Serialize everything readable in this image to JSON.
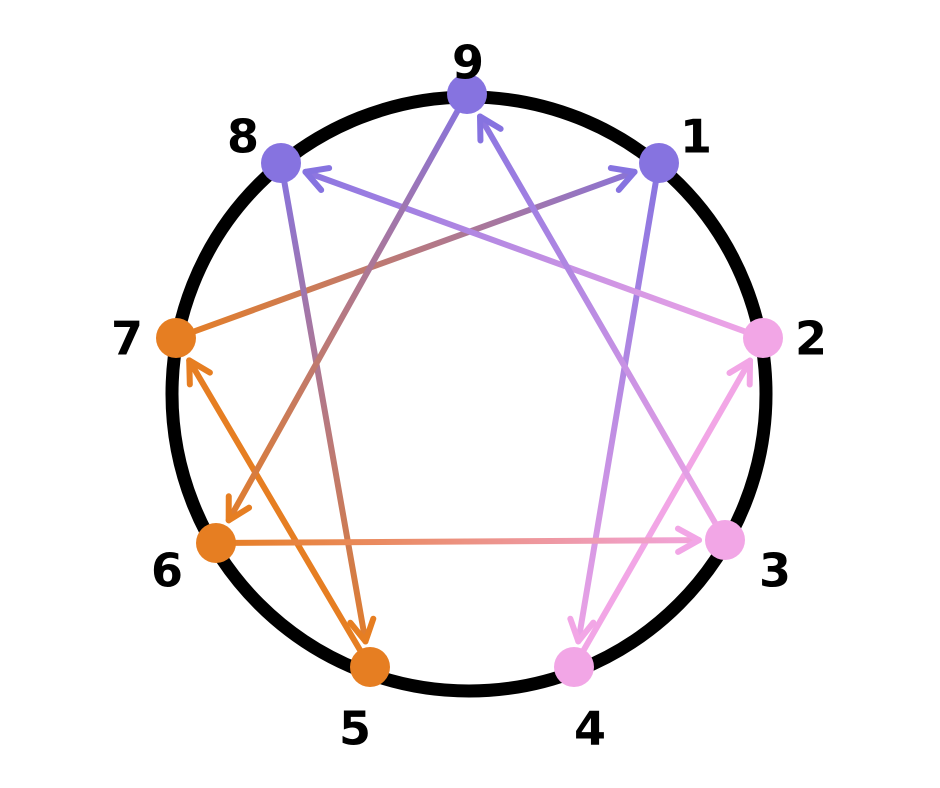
{
  "colors": {
    "outer_ring": "#000000",
    "purple": "#8673e0",
    "pink": "#f2a6e6",
    "orange": "#e67e22",
    "label": "#000000"
  },
  "points": [
    {
      "id": "1",
      "label": "1",
      "color": "#8673e0"
    },
    {
      "id": "2",
      "label": "2",
      "color": "#f2a6e6"
    },
    {
      "id": "3",
      "label": "3",
      "color": "#f2a6e6"
    },
    {
      "id": "4",
      "label": "4",
      "color": "#f2a6e6"
    },
    {
      "id": "5",
      "label": "5",
      "color": "#e67e22"
    },
    {
      "id": "6",
      "label": "6",
      "color": "#e67e22"
    },
    {
      "id": "7",
      "label": "7",
      "color": "#e67e22"
    },
    {
      "id": "8",
      "label": "8",
      "color": "#8673e0"
    },
    {
      "id": "9",
      "label": "9",
      "color": "#8673e0"
    }
  ],
  "arrows": [
    {
      "from": "7",
      "to": "1"
    },
    {
      "from": "1",
      "to": "4"
    },
    {
      "from": "4",
      "to": "2"
    },
    {
      "from": "2",
      "to": "8"
    },
    {
      "from": "8",
      "to": "5"
    },
    {
      "from": "5",
      "to": "7"
    },
    {
      "from": "9",
      "to": "6"
    },
    {
      "from": "6",
      "to": "3"
    },
    {
      "from": "3",
      "to": "9"
    }
  ]
}
